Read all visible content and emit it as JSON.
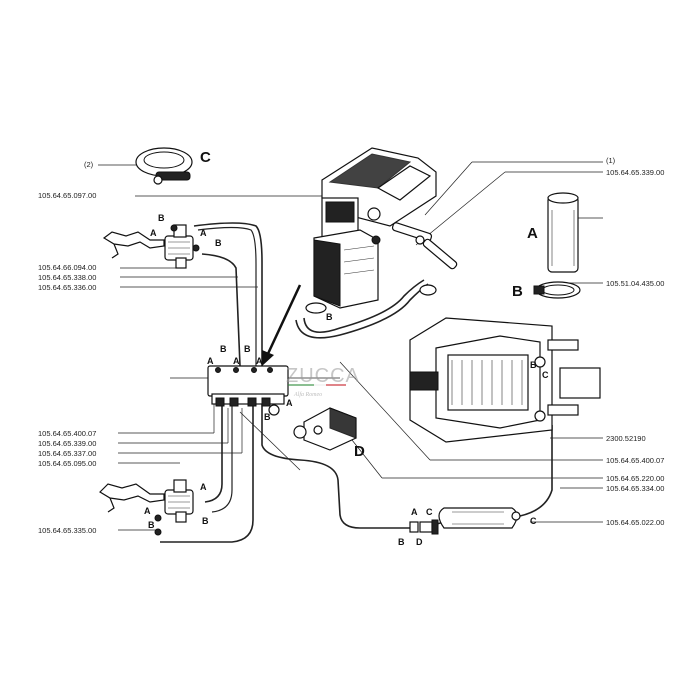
{
  "labels": {
    "part_left": [
      "105.64.65.097.00",
      "105.64.66.094.00",
      "105.64.65.338.00",
      "105.64.65.336.00",
      "105.64.65.400.07",
      "105.64.65.339.00",
      "105.64.65.337.00",
      "105.64.65.095.00",
      "105.64.65.335.00"
    ],
    "part_right": [
      "105.64.65.339.00",
      "105.51.04.435.00",
      "2300.52190",
      "105.64.65.400.07",
      "105.64.65.220.00",
      "105.64.65.334.00",
      "105.64.65.022.00"
    ],
    "note_2": "(2)",
    "note_1": "(1)"
  },
  "letters": {
    "A": "A",
    "B": "B",
    "C": "C",
    "D": "D"
  },
  "watermark": {
    "brand": "ZUCCA",
    "tagline": "Alfa Romeo"
  },
  "colors": {
    "flag_green": "#2e8b3a",
    "flag_red": "#c8202a"
  }
}
